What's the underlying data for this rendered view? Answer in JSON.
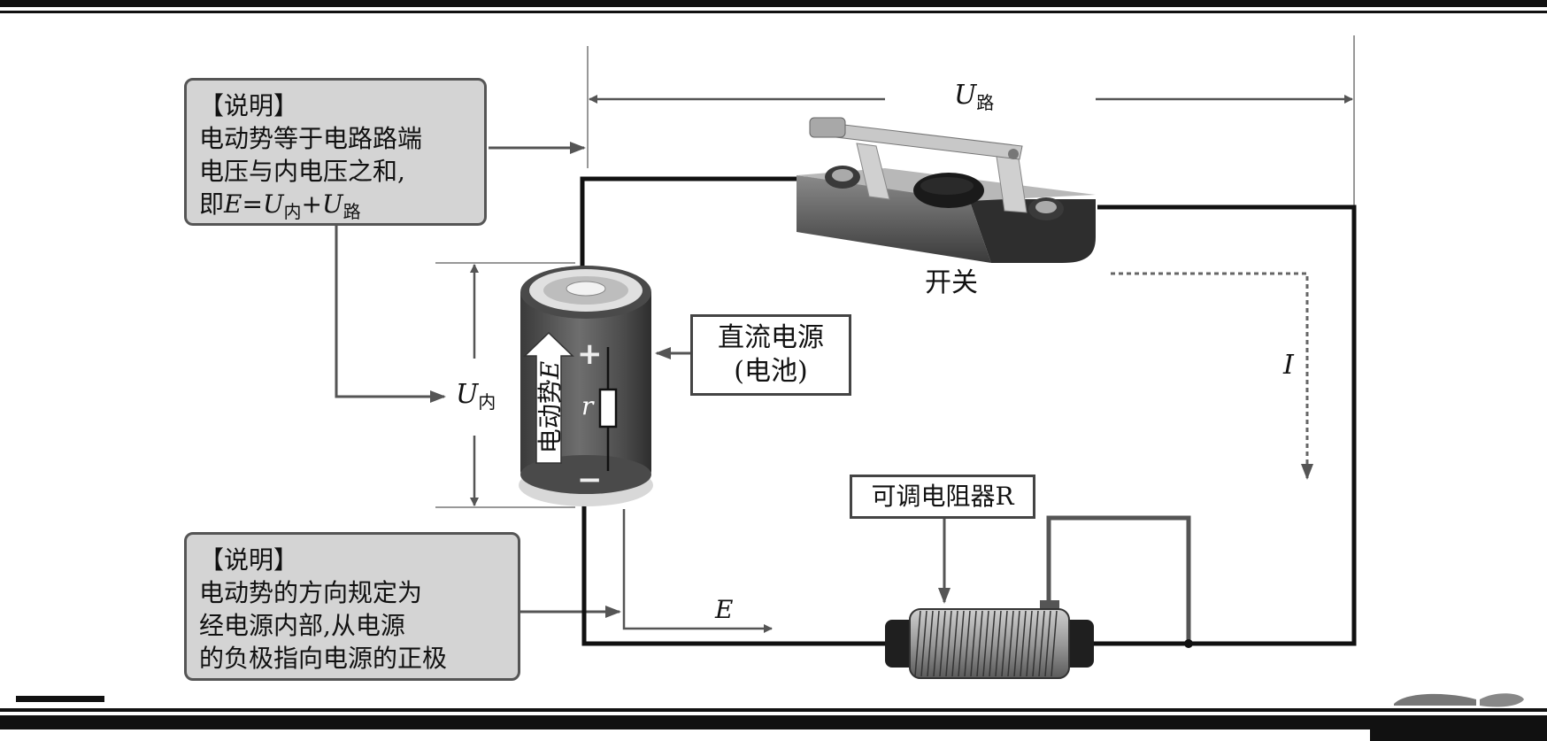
{
  "note_top": {
    "title": "【说明】",
    "line1": "电动势等于电路路端",
    "line2": "电压与内电压之和,",
    "formula": {
      "prefix": "即",
      "E": "E",
      "eq": "=",
      "U1": "U",
      "U1_sub": "内",
      "plus": "+",
      "U2": "U",
      "U2_sub": "路"
    }
  },
  "note_bottom": {
    "title": "【说明】",
    "line1": "电动势的方向规定为",
    "line2": "经电源内部,从电源",
    "line3": "的负极指向电源的正极"
  },
  "labels": {
    "u_road": {
      "sym": "U",
      "sub": "路"
    },
    "u_inner": {
      "sym": "U",
      "sub": "内"
    },
    "switch": "开关",
    "current": "I",
    "e_arrow": "E",
    "power_source_l1": "直流电源",
    "power_source_l2": "(电池)",
    "resistor": "可调电阻器R",
    "battery_emf": "电动势",
    "battery_emf_sym": "E",
    "battery_r": "r",
    "battery_plus": "+",
    "battery_minus": "−"
  }
}
